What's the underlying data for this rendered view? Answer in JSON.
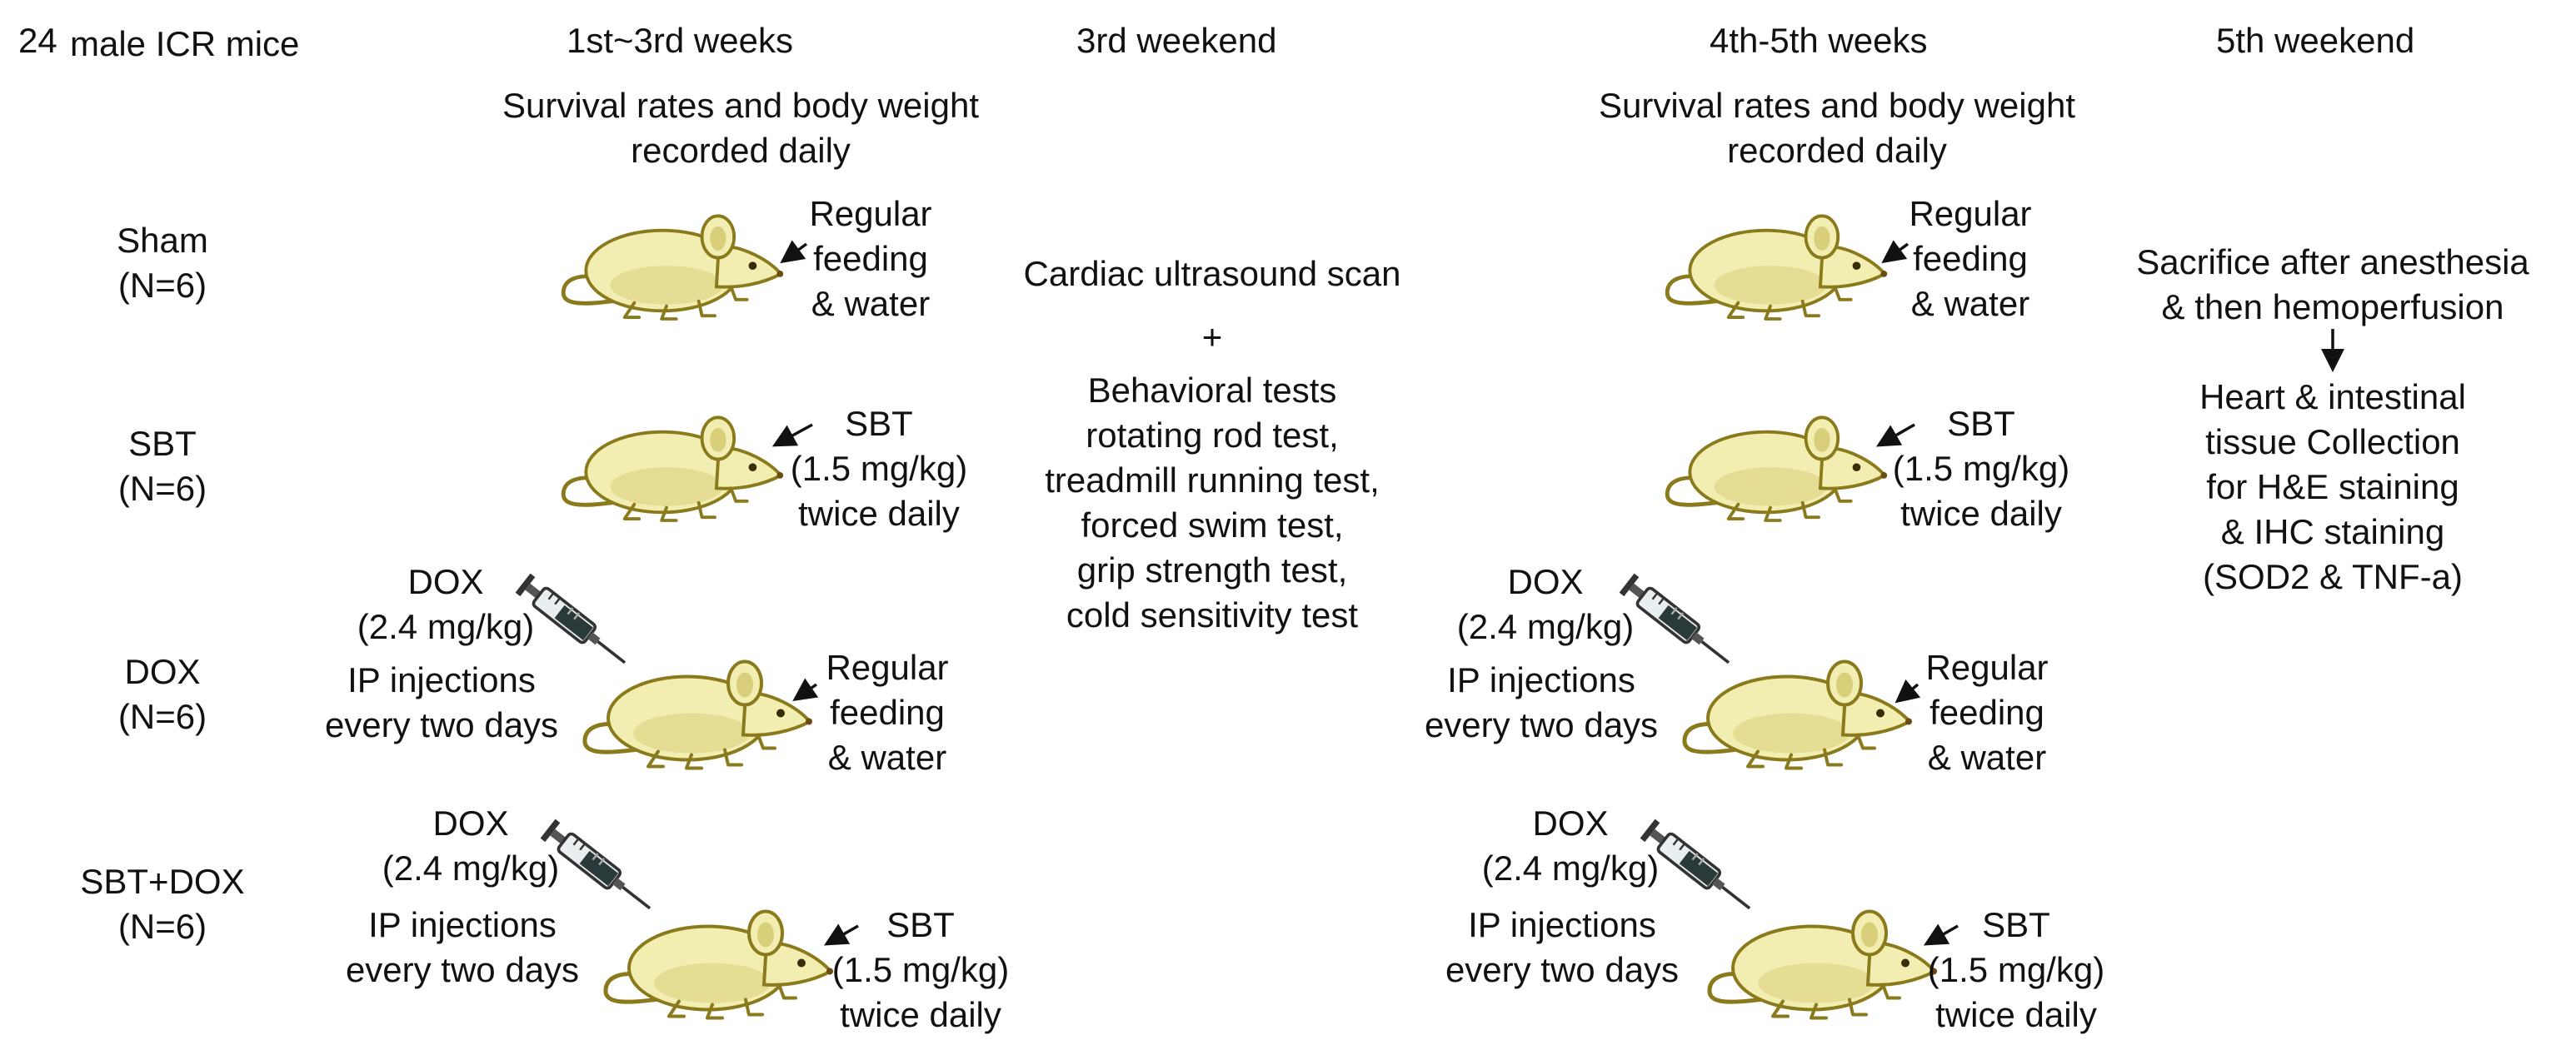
{
  "colors": {
    "mouse_body": "#f2eeb2",
    "mouse_outline": "#8a7a1c",
    "mouse_shade": "#d9cf7a",
    "syringe_barrel": "#e9eef0",
    "syringe_liquid": "#2a3a3a",
    "text": "#111111"
  },
  "header": {
    "cohort": "24",
    "cohort_label": "male ICR mice",
    "period1": "1st~3rd weeks",
    "period2": "3rd weekend",
    "period3": "4th-5th weeks",
    "period4": "5th weekend"
  },
  "record_note": {
    "line1": "Survival rates and body weight",
    "line2": "recorded daily"
  },
  "groups": [
    {
      "name": "Sham",
      "n": "(N=6)"
    },
    {
      "name": "SBT",
      "n": "(N=6)"
    },
    {
      "name": "DOX",
      "n": "(N=6)"
    },
    {
      "name": "SBT+DOX",
      "n": "(N=6)"
    }
  ],
  "treatments": {
    "regular": [
      "Regular",
      "feeding",
      "& water"
    ],
    "sbt": [
      "SBT",
      "(1.5 mg/kg)",
      "twice daily"
    ],
    "dox": [
      "DOX",
      "(2.4 mg/kg)",
      "IP injections",
      "every two days"
    ]
  },
  "weekend3": {
    "ultrasound": "Cardiac ultrasound scan",
    "plus": "+",
    "tests": [
      "Behavioral tests",
      "rotating rod test,",
      "treadmill running test,",
      "forced swim test,",
      "grip strength test,",
      "cold sensitivity test"
    ]
  },
  "weekend5": {
    "sacrifice": [
      "Sacrifice after anesthesia",
      "& then hemoperfusion"
    ],
    "collection": [
      "Heart & intestinal",
      "tissue Collection",
      "for H&E staining",
      "& IHC staining",
      "(SOD2 & TNF-a)"
    ]
  }
}
